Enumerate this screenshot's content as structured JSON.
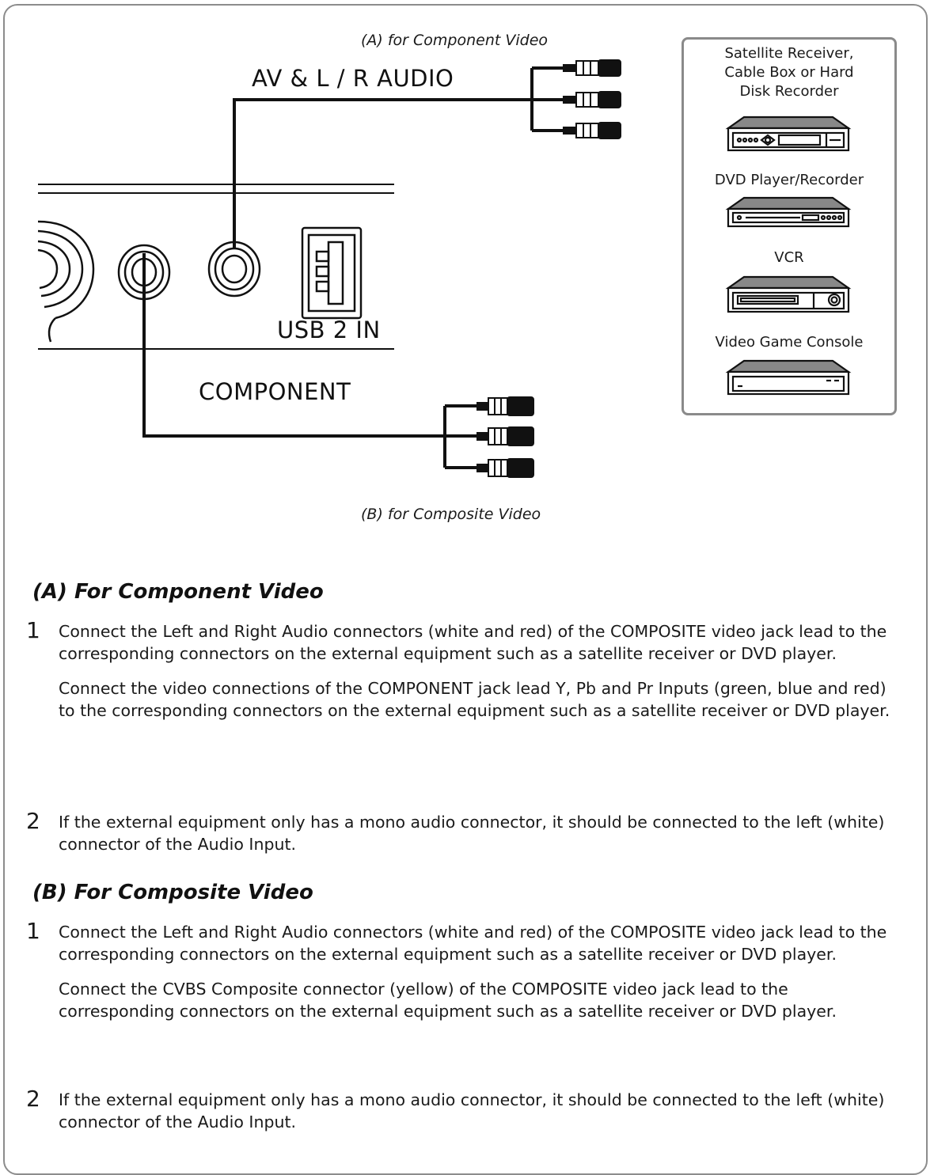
{
  "diagram": {
    "caption_a": "(A) for Component Video",
    "caption_b": "(B) for Composite Video",
    "label_av_audio": "AV & L / R AUDIO",
    "label_usb": "USB 2 IN",
    "label_component": "COMPONENT",
    "devices": {
      "satellite": "Satellite Receiver, Cable Box or Hard Disk Recorder",
      "dvd": "DVD Player/Recorder",
      "vcr": "VCR",
      "console": "Video Game Console"
    }
  },
  "section_a": {
    "heading": "(A) For Component Video",
    "items": [
      {
        "num": "1",
        "p1": "Connect the Left and Right Audio connectors (white and red) of the COMPOSITE video jack lead to the corresponding connectors on the external equipment such as a satellite receiver or DVD player.",
        "p2": "Connect the video connections of the COMPONENT jack lead Y, Pb and Pr Inputs (green, blue and red) to the corresponding connectors on the external equipment such as a satellite receiver or DVD player."
      },
      {
        "num": "2",
        "p1": "If the external equipment only has a mono audio connector, it should be connected to the left (white) connector of the Audio Input."
      }
    ]
  },
  "section_b": {
    "heading": "(B) For Composite Video",
    "items": [
      {
        "num": "1",
        "p1": "Connect the Left and Right Audio connectors (white and red) of the COMPOSITE video jack lead to the corresponding connectors on the external equipment such as a satellite receiver or DVD player.",
        "p2": "Connect the CVBS Composite connector (yellow) of the COMPOSITE video jack lead to the corresponding connectors on the external equipment such as a satellite receiver or DVD player."
      },
      {
        "num": "2",
        "p1": "If the external equipment only has a mono audio connector, it should be connected to the left (white) connector of the Audio Input."
      }
    ]
  }
}
